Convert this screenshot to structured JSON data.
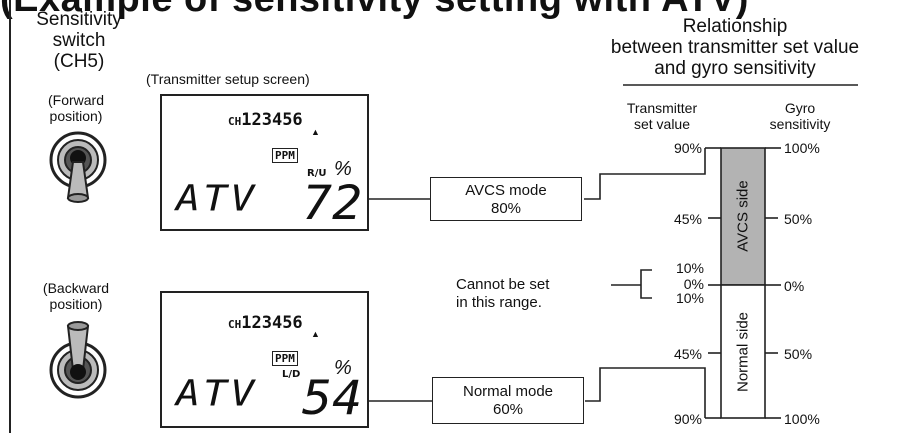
{
  "page_title_partial": "(Example of sensitivity setting with ATV)",
  "switch": {
    "title_lines": [
      "Sensitivity",
      "switch",
      "(CH5)"
    ],
    "forward_label_lines": [
      "(Forward",
      "position)"
    ],
    "backward_label_lines": [
      "(Backward",
      "position)"
    ]
  },
  "screen_caption": "(Transmitter setup screen)",
  "screens": [
    {
      "channels": "123456",
      "ch_prefix": "CH",
      "badge": "PPM",
      "sub_label": "R/U",
      "unit": "%",
      "function": "ATV",
      "value": "72"
    },
    {
      "channels": "123456",
      "ch_prefix": "CH",
      "badge": "PPM",
      "sub_label": "L/D",
      "unit": "%",
      "function": "ATV",
      "value": "54"
    }
  ],
  "modes": [
    {
      "name": "AVCS mode",
      "percent": "80%"
    },
    {
      "name": "Normal mode",
      "percent": "60%"
    }
  ],
  "cannot_set_lines": [
    "Cannot be set",
    "in this range."
  ],
  "relationship": {
    "title_lines": [
      "Relationship",
      "between transmitter set value",
      "and gyro sensitivity"
    ],
    "col_transmitter_lines": [
      "Transmitter",
      "set value"
    ],
    "col_gyro_lines": [
      "Gyro",
      "sensitivity"
    ],
    "avcs_side": "AVCS side",
    "normal_side": "Normal side",
    "tx_ticks": [
      "90%",
      "45%",
      "10%",
      "0%",
      "10%",
      "45%",
      "90%"
    ],
    "gyro_ticks": [
      "100%",
      "50%",
      "0%",
      "50%",
      "100%"
    ]
  },
  "colors": {
    "avcs_fill": "#b3b3b3",
    "line": "#222222"
  }
}
